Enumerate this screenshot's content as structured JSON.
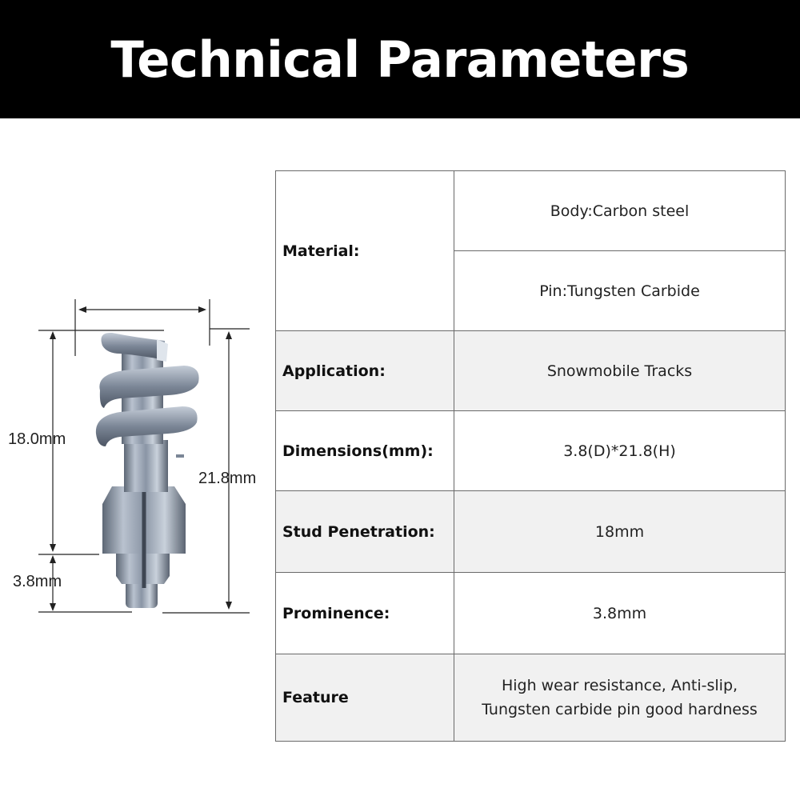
{
  "header": {
    "title": "Technical Parameters"
  },
  "diagram": {
    "image_alt": "snowmobile track screw stud",
    "dimensions": {
      "penetration_label": "18.0mm",
      "total_height_label": "21.8mm",
      "prominence_label": "3.8mm"
    }
  },
  "table": {
    "rows": [
      {
        "key": "Material:",
        "values": [
          "Body:Carbon steel",
          "Pin:Tungsten Carbide"
        ],
        "shaded": false
      },
      {
        "key": "Application:",
        "values": [
          "Snowmobile Tracks"
        ],
        "shaded": true
      },
      {
        "key": "Dimensions(mm):",
        "values": [
          "3.8(D)*21.8(H)"
        ],
        "shaded": false
      },
      {
        "key": "Stud Penetration:",
        "values": [
          "18mm"
        ],
        "shaded": true
      },
      {
        "key": "Prominence:",
        "values": [
          "3.8mm"
        ],
        "shaded": false
      },
      {
        "key": "Feature",
        "values": [
          "High wear resistance, Anti-slip,",
          "Tungsten carbide pin good hardness"
        ],
        "shaded": true
      }
    ]
  },
  "colors": {
    "banner_bg": "#000000",
    "banner_text": "#ffffff",
    "row_shade": "#f1f1f1",
    "border": "#6a6a6a"
  }
}
